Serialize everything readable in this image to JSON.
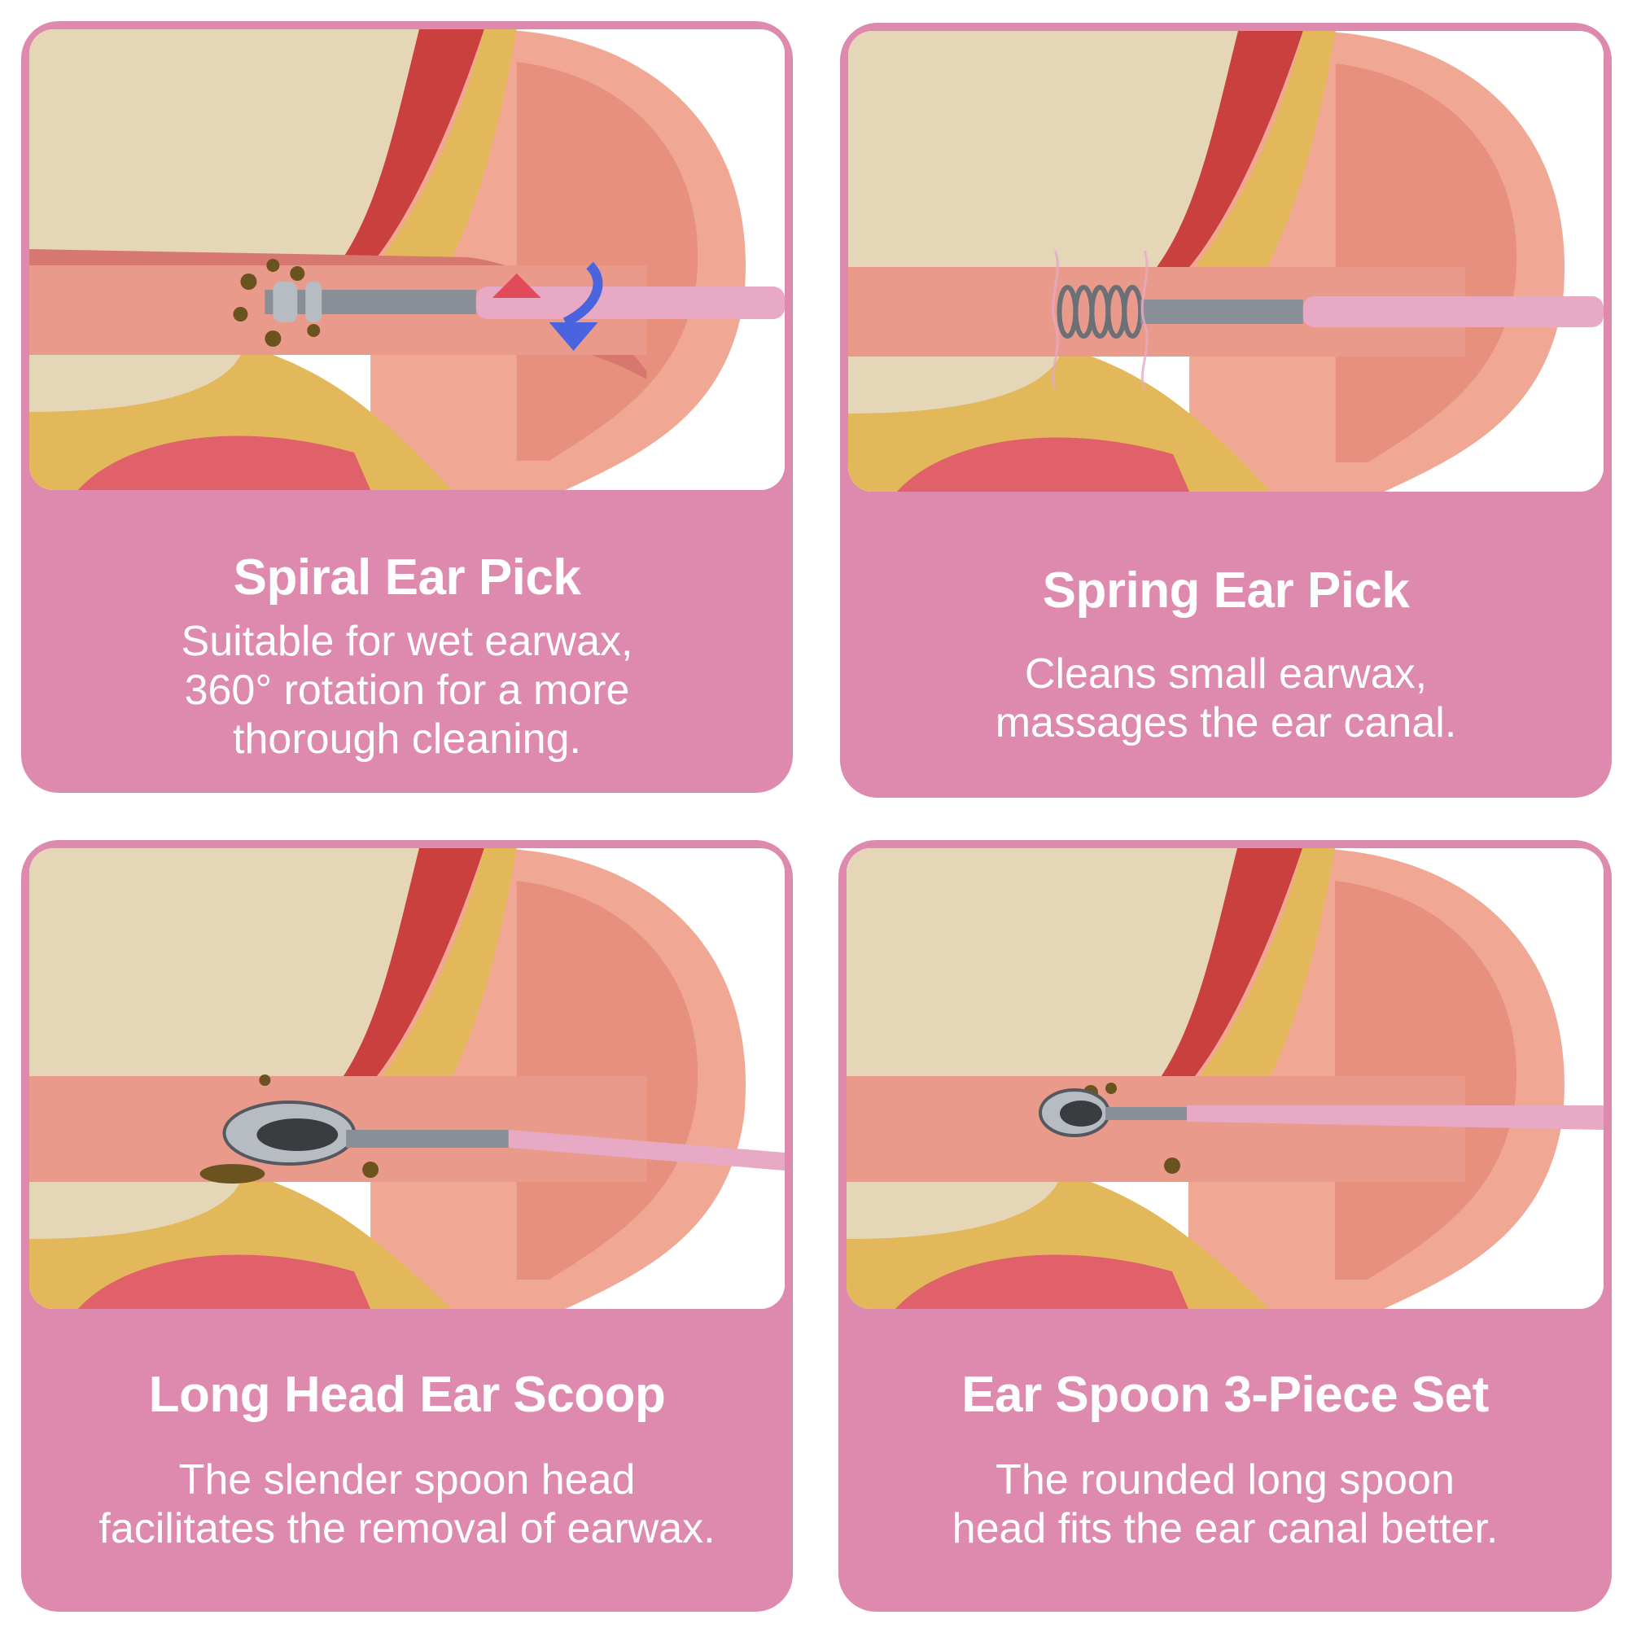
{
  "cards": [
    {
      "title": "Spiral Ear Pick",
      "description": "Suitable for wet earwax,\n360° rotation for a more\nthorough cleaning.",
      "tool": "spiral-ear-pick"
    },
    {
      "title": "Spring Ear Pick",
      "description": "Cleans small earwax,\nmassages the ear canal.",
      "tool": "spring-ear-pick"
    },
    {
      "title": "Long Head Ear Scoop",
      "description": "The slender spoon head\nfacilitates the removal of earwax.",
      "tool": "long-head-ear-scoop"
    },
    {
      "title": "Ear Spoon 3-Piece Set",
      "description": "The rounded long spoon\nhead fits the ear canal better.",
      "tool": "ear-spoon"
    }
  ],
  "colors": {
    "card": "#de8aae",
    "text": "#ffffff",
    "bone": "#e6d6b8",
    "muscle": "#c9403f",
    "fat": "#e3b85a",
    "canal": "#e99a8a",
    "skin": "#f0a894",
    "tool_handle": "#e7a9c4",
    "metal": "#8a8e96",
    "earwax": "#6b5320"
  }
}
